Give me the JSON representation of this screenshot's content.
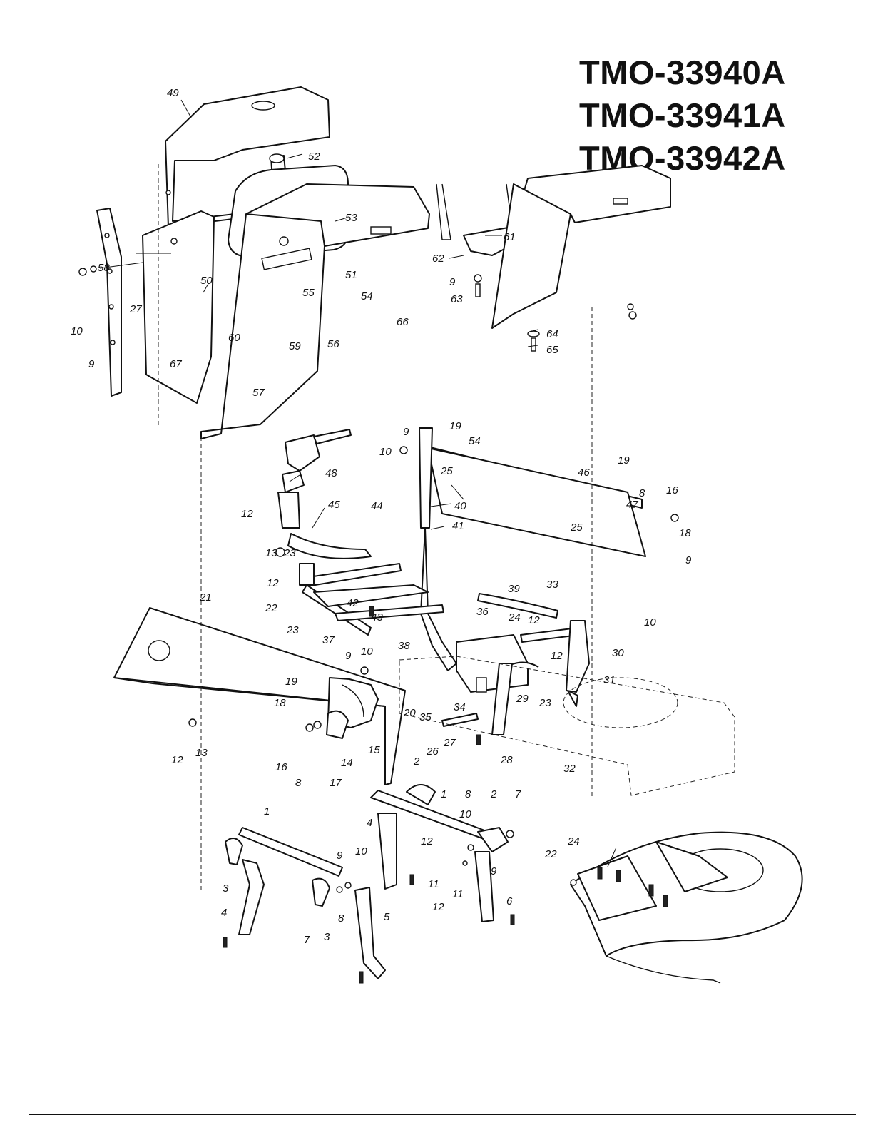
{
  "models": [
    "TMO-33940A",
    "TMO-33941A",
    "TMO-33942A"
  ],
  "callouts": [
    {
      "id": "c49",
      "label": "49"
    },
    {
      "id": "c52",
      "label": "52"
    },
    {
      "id": "c53",
      "label": "53"
    },
    {
      "id": "c58",
      "label": "58"
    },
    {
      "id": "c50",
      "label": "50"
    },
    {
      "id": "c27a",
      "label": "27"
    },
    {
      "id": "c10a",
      "label": "10"
    },
    {
      "id": "c9a",
      "label": "9"
    },
    {
      "id": "c67",
      "label": "67"
    },
    {
      "id": "c55",
      "label": "55"
    },
    {
      "id": "c51",
      "label": "51"
    },
    {
      "id": "c54a",
      "label": "54"
    },
    {
      "id": "c66",
      "label": "66"
    },
    {
      "id": "c60",
      "label": "60"
    },
    {
      "id": "c59",
      "label": "59"
    },
    {
      "id": "c56",
      "label": "56"
    },
    {
      "id": "c57",
      "label": "57"
    },
    {
      "id": "c61",
      "label": "61"
    },
    {
      "id": "c62",
      "label": "62"
    },
    {
      "id": "c9b",
      "label": "9"
    },
    {
      "id": "c63",
      "label": "63"
    },
    {
      "id": "c64",
      "label": "64"
    },
    {
      "id": "c65",
      "label": "65"
    },
    {
      "id": "c9c",
      "label": "9"
    },
    {
      "id": "c19a",
      "label": "19"
    },
    {
      "id": "c10b",
      "label": "10"
    },
    {
      "id": "c54b",
      "label": "54"
    },
    {
      "id": "c25a",
      "label": "25"
    },
    {
      "id": "c46",
      "label": "46"
    },
    {
      "id": "c19b",
      "label": "19"
    },
    {
      "id": "c8a",
      "label": "8"
    },
    {
      "id": "c16a",
      "label": "16"
    },
    {
      "id": "c47",
      "label": "47"
    },
    {
      "id": "c40",
      "label": "40"
    },
    {
      "id": "c25b",
      "label": "25"
    },
    {
      "id": "c18a",
      "label": "18"
    },
    {
      "id": "c48",
      "label": "48"
    },
    {
      "id": "c45",
      "label": "45"
    },
    {
      "id": "c44",
      "label": "44"
    },
    {
      "id": "c12a",
      "label": "12"
    },
    {
      "id": "c41",
      "label": "41"
    },
    {
      "id": "c9d",
      "label": "9"
    },
    {
      "id": "c10c",
      "label": "10"
    },
    {
      "id": "c13a",
      "label": "13"
    },
    {
      "id": "c23a",
      "label": "23"
    },
    {
      "id": "c39",
      "label": "39"
    },
    {
      "id": "c33",
      "label": "33"
    },
    {
      "id": "c12b",
      "label": "12"
    },
    {
      "id": "c22a",
      "label": "22"
    },
    {
      "id": "c42",
      "label": "42"
    },
    {
      "id": "c43",
      "label": "43"
    },
    {
      "id": "c23b",
      "label": "23"
    },
    {
      "id": "c21",
      "label": "21"
    },
    {
      "id": "c37",
      "label": "37"
    },
    {
      "id": "c38",
      "label": "38"
    },
    {
      "id": "c36",
      "label": "36"
    },
    {
      "id": "c24a",
      "label": "24"
    },
    {
      "id": "c12c",
      "label": "12"
    },
    {
      "id": "c30",
      "label": "30"
    },
    {
      "id": "c9e",
      "label": "9"
    },
    {
      "id": "c10d",
      "label": "10"
    },
    {
      "id": "c12d",
      "label": "12"
    },
    {
      "id": "c31",
      "label": "31"
    },
    {
      "id": "c19c",
      "label": "19"
    },
    {
      "id": "c23c",
      "label": "23"
    },
    {
      "id": "c29",
      "label": "29"
    },
    {
      "id": "c35",
      "label": "35"
    },
    {
      "id": "c34",
      "label": "34"
    },
    {
      "id": "c20",
      "label": "20"
    },
    {
      "id": "c18b",
      "label": "18"
    },
    {
      "id": "c15",
      "label": "15"
    },
    {
      "id": "c27b",
      "label": "27"
    },
    {
      "id": "c26",
      "label": "26"
    },
    {
      "id": "c28",
      "label": "28"
    },
    {
      "id": "c32",
      "label": "32"
    },
    {
      "id": "c14",
      "label": "14"
    },
    {
      "id": "c12e",
      "label": "12"
    },
    {
      "id": "c13b",
      "label": "13"
    },
    {
      "id": "c16b",
      "label": "16"
    },
    {
      "id": "c8b",
      "label": "8"
    },
    {
      "id": "c17",
      "label": "17"
    },
    {
      "id": "c2a",
      "label": "2"
    },
    {
      "id": "c1a",
      "label": "1"
    },
    {
      "id": "c8c",
      "label": "8"
    },
    {
      "id": "c2b",
      "label": "2"
    },
    {
      "id": "c7a",
      "label": "7"
    },
    {
      "id": "c4a",
      "label": "4"
    },
    {
      "id": "c10e",
      "label": "10"
    },
    {
      "id": "c12f",
      "label": "12"
    },
    {
      "id": "c1b",
      "label": "1"
    },
    {
      "id": "c9f",
      "label": "9"
    },
    {
      "id": "c10f",
      "label": "10"
    },
    {
      "id": "c11a",
      "label": "11"
    },
    {
      "id": "c9g",
      "label": "9"
    },
    {
      "id": "c11b",
      "label": "11"
    },
    {
      "id": "c6",
      "label": "6"
    },
    {
      "id": "c12g",
      "label": "12"
    },
    {
      "id": "c3a",
      "label": "3"
    },
    {
      "id": "c5",
      "label": "5"
    },
    {
      "id": "c4b",
      "label": "4"
    },
    {
      "id": "c7b",
      "label": "7"
    },
    {
      "id": "c8d",
      "label": "8"
    },
    {
      "id": "c3b",
      "label": "3"
    },
    {
      "id": "c22b",
      "label": "22"
    },
    {
      "id": "c24b",
      "label": "24"
    }
  ]
}
